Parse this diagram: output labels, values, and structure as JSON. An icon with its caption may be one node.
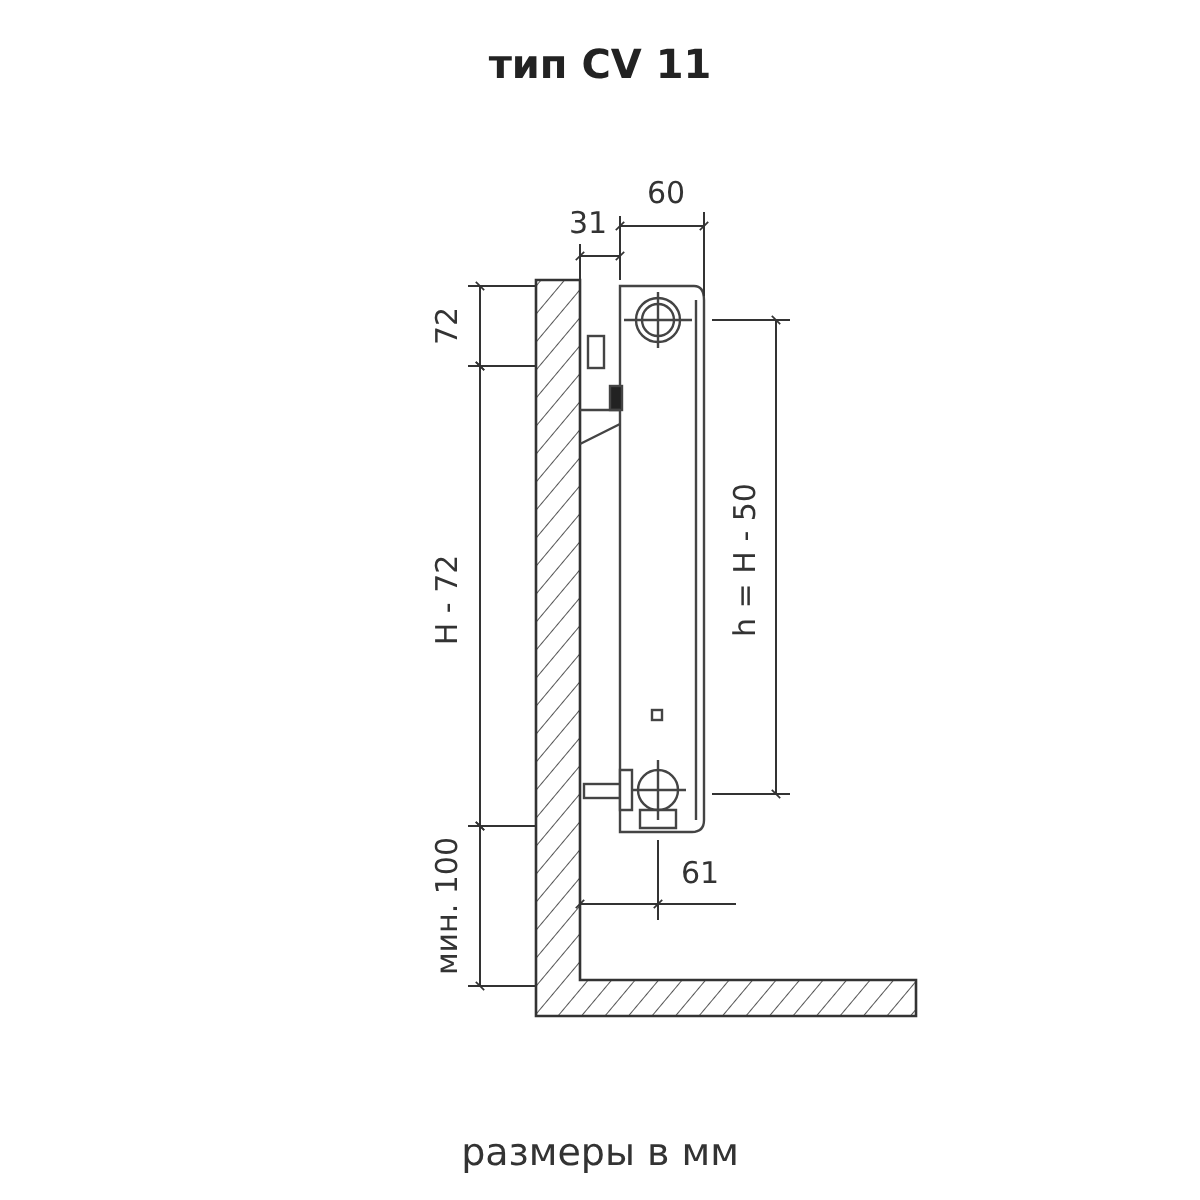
{
  "diagram": {
    "title": "тип CV 11",
    "caption": "размеры в мм",
    "labels": [
      "60",
      "31",
      "72",
      "H - 72",
      "h = H - 50",
      "61",
      "мин. 100"
    ]
  }
}
